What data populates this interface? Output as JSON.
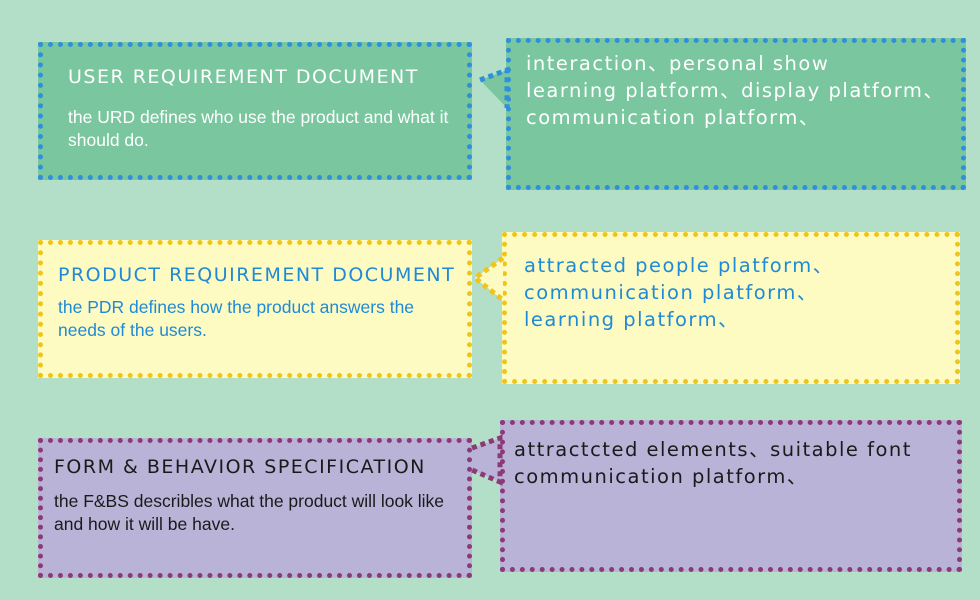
{
  "sections": [
    {
      "title": "USER REQUIREMENT DOCUMENT",
      "description": "the URD defines who use the product and what it should do.",
      "details": [
        "interaction、personal show",
        "learning platform、display platform、",
        "communication platform、"
      ],
      "fill_color": "#79c69f",
      "border_color": "#2f8fdb",
      "text_color": "#ffffff"
    },
    {
      "title": "PRODUCT REQUIREMENT DOCUMENT",
      "description": "the PDR defines how the product answers the needs of the users.",
      "details": [
        "attracted people platform、",
        "communication platform、",
        "learning platform、"
      ],
      "fill_color": "#fdfbc2",
      "border_color": "#f0c419",
      "text_color": "#1f8ad6"
    },
    {
      "title": "FORM & BEHAVIOR SPECIFICATION",
      "description": "the F&BS describles what the product will look like and how it will be have.",
      "details": [
        "attractcted elements、suitable font",
        "communication platform、"
      ],
      "fill_color": "#b9b3d8",
      "border_color": "#8c3a76",
      "text_color": "#1a1a1a"
    }
  ],
  "background_color": "#b3dfc8"
}
